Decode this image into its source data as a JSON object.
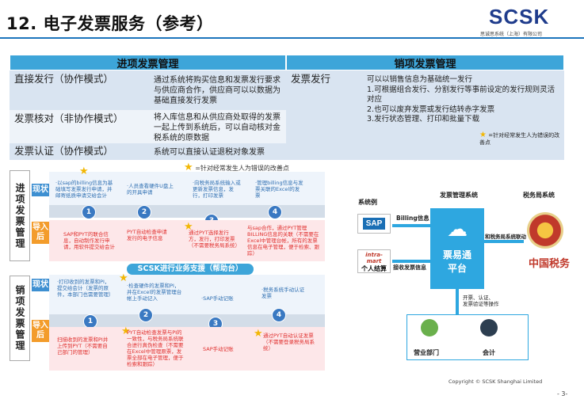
{
  "header": {
    "title": "12. 电子发票服务（参考）",
    "logo": "SCSK",
    "logo_sub": "思诚思系统（上海）有限公司"
  },
  "table": {
    "input_header": "进项发票管理",
    "output_header": "销项发票管理",
    "rows": [
      {
        "label": "直接发行（协作模式）",
        "desc": "通过系统将购买信息和发票发行要求与供应商合作，供应商可以以数据为基础直接发行发票"
      },
      {
        "label": "发票核对（非协作模式）",
        "desc": "将入库信息和从供应商处取得的发票一起上传到系统后，可以自动核对金税系统的原数据"
      },
      {
        "label": "发票认证（协作模式）",
        "desc": "系统可以直接认证退税对象发票"
      }
    ],
    "output_label": "发票发行",
    "output_lines": [
      "可以以销售信息为基础统一发行",
      "1.可根据组合发行、分割发行等事前设定的发行规则灵活对应",
      "2.也可以废弃发票或发行结转赤字发票",
      "3.发行状态管理、打印和批量下载"
    ],
    "output_note": "=针对经常发生人为错误的改善点"
  },
  "legend": "=针对经常发生人为错误的改善点",
  "flow": {
    "input_side": "进项发票管理",
    "output_side": "销项发票管理",
    "now": "现状",
    "after": "导入后",
    "support": "SCSK进行业务支援（帮助台）",
    "input_now": [
      "·以sap的billing信息为基础填写发票发行申请，并邮寄纸质申请交给会计",
      "·人员查看硬件U盘上的开具申请",
      "·向税务局系统输入或更新发票信息，发行，打印发票",
      "·管理billing信息与发票关联的Excel的发票"
    ],
    "input_after": [
      "SAP和PYT的联合信息，自动制作发行申请，用软件提交给会计",
      "PYT自动检查申请发行的电子信息",
      "通过PYT选择发行方，发行，打印发票（不需要税务局系统）",
      "与sap合作，通过PYT管理BILLING信息的关联（不需要在Excel中管理台帐，所有的发票信息在电子管理，便于检索、跟踪）"
    ],
    "output_now": [
      "·打印收到的发票和PI，提交给会计（发票的原件，本部门也需要管理）",
      "·检查硬件的发票和PI，并在Excel的发票管理台帐上手动记入",
      "·SAP手动记账",
      "·税务系统手动认证发票"
    ],
    "output_after": [
      "扫描收到的发票和PI并上传到PYT（不需要自己部门的管理）",
      "PYT自动检查发票与PI的一致性，与税务局系统联合进行真伪检查（不需要在Excel中管理原票，发票全部在电子管理，便于检索和跟踪）",
      "SAP手动记账",
      "通过PYT自动认证发票（不需要登录税务局系统）"
    ],
    "steps": [
      "1",
      "2",
      "3",
      "4"
    ]
  },
  "diagram": {
    "system_label": "系统例",
    "mgmt_label": "发票管理系统",
    "tax_label": "税务局系统",
    "sap": "SAP",
    "billing": "Billing信息",
    "intramart": "intra-mart",
    "personal_sheet": "个人结算",
    "receive_info": "接收发票信息",
    "center_line1": "票易通",
    "center_line2": "平台",
    "tax_link": "和税务局系统联动",
    "tax_text": "中国税务",
    "actions": [
      "开票、认证、",
      "发票验证等操作"
    ],
    "dept": "营业部门",
    "accountant": "会计"
  },
  "footer": {
    "copyright": "Copyright © SCSK Shanghai Limited",
    "page": "- 3-"
  }
}
